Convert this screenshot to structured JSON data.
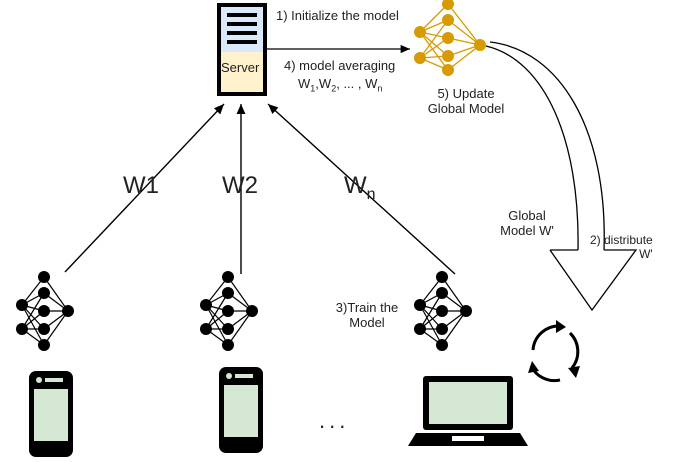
{
  "server": {
    "label": "Server"
  },
  "steps": {
    "initialize": "1) Initialize the model",
    "model_averaging": "4) model averaging",
    "weights_prefix": "W",
    "weights_sub_1": "1",
    "weights_comma_1": ",",
    "weights_w2": "W",
    "weights_sub_2": "2",
    "weights_ellipsis": ", ... , W",
    "weights_sub_n": "n",
    "update_line1": "5) Update",
    "update_line2": "Global Model",
    "global_line1": "Global",
    "global_line2": "Model W'",
    "distribute_line1": "2) distribute",
    "distribute_line2": "W'",
    "train_line1": "3)Train the",
    "train_line2": "Model"
  },
  "weights": {
    "w1": "W1",
    "w2": "W2",
    "wn_base": "W",
    "wn_sub": "n"
  },
  "clients": {
    "ellipsis": "..."
  },
  "colors": {
    "global_model": "#d79b00",
    "server_top": "#dae8fc",
    "server_bottom": "#fff2cc",
    "device_screen": "#d5e8d4"
  }
}
